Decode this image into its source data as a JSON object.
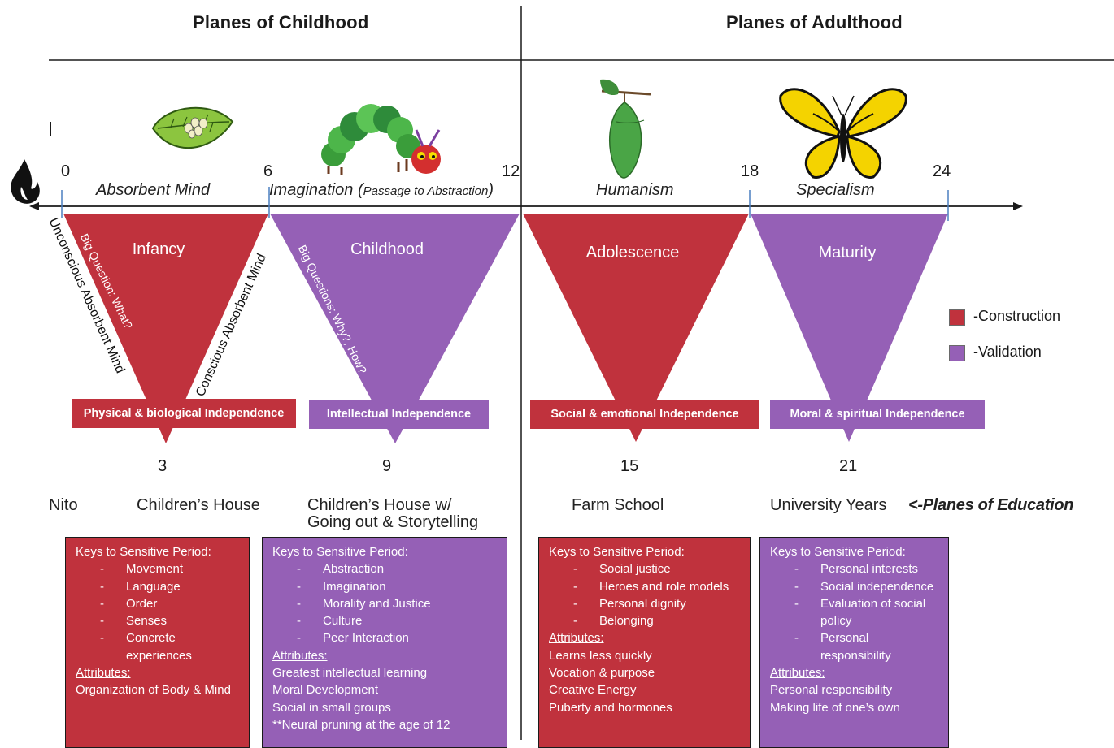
{
  "headers": {
    "childhood": "Planes of Childhood",
    "adulthood": "Planes of Adulthood"
  },
  "colors": {
    "construction": "#c0323d",
    "validation": "#9560b6",
    "leaf": "#8cc53f",
    "butterfly": "#f4d300"
  },
  "icons": {
    "fire": "flame-icon",
    "leaf": "leaf-with-eggs-icon",
    "caterpillar": "caterpillar-icon",
    "chrysalis": "chrysalis-icon",
    "butterfly": "butterfly-icon"
  },
  "ages": {
    "a0": "0",
    "a6": "6",
    "a12": "12",
    "a18": "18",
    "a24": "24",
    "a3": "3",
    "a9": "9",
    "a15": "15",
    "a21": "21"
  },
  "phases": {
    "absorbent": "Absorbent Mind",
    "imagination": "Imagination (",
    "imagination_small": "Passage to Abstraction",
    "imagination_close": ")",
    "humanism": "Humanism",
    "specialism": "Specialism"
  },
  "triangles": {
    "infancy": "Infancy",
    "childhood": "Childhood",
    "adolescence": "Adolescence",
    "maturity": "Maturity"
  },
  "rotated": {
    "unconscious": "Unconscious Absorbent Mind",
    "big_what": "Big Question: What?",
    "conscious": "Conscious Absorbent Mind",
    "big_why": "Big Questions: Why?, How?"
  },
  "independence": {
    "physical": "Physical & biological Independence",
    "intellectual": "Intellectual Independence",
    "social": "Social & emotional Independence",
    "moral": "Moral & spiritual Independence"
  },
  "legend": {
    "construction": "-Construction",
    "validation": "-Validation"
  },
  "schools": {
    "nito": "Nito",
    "childrens_house": "Children’s House",
    "childrens_house2_l1": "Children’s House w/",
    "childrens_house2_l2": "Going out & Storytelling",
    "farm": "Farm School",
    "university": "University Years",
    "planes_edu": "<-Planes of Education"
  },
  "boxes": [
    {
      "keys": "Keys to Sensitive Period:",
      "items": [
        "Movement",
        "Language",
        "Order",
        "Senses",
        "Concrete experiences"
      ],
      "attr_label": "Attributes:",
      "attrs": [
        "Organization of Body & Mind"
      ]
    },
    {
      "keys": "Keys to Sensitive Period:",
      "items": [
        "Abstraction",
        "Imagination",
        "Morality and Justice",
        "Culture",
        "Peer Interaction"
      ],
      "attr_label": "Attributes:",
      "attrs": [
        "Greatest intellectual learning",
        "Moral Development",
        "Social in small groups",
        "**Neural pruning at the age of 12"
      ]
    },
    {
      "keys": "Keys to Sensitive Period:",
      "items": [
        "Social justice",
        "Heroes and role models",
        "Personal dignity",
        "Belonging"
      ],
      "attr_label": "Attributes:",
      "attrs": [
        "Learns less quickly",
        "Vocation & purpose",
        "Creative Energy",
        "Puberty and hormones"
      ]
    },
    {
      "keys": "Keys to Sensitive Period:",
      "items": [
        "Personal interests",
        "Social independence",
        "Evaluation of social policy",
        "Personal responsibility"
      ],
      "attr_label": "Attributes:",
      "attrs": [
        "Personal responsibility",
        "Making life of one’s own"
      ]
    }
  ],
  "dash": "-"
}
